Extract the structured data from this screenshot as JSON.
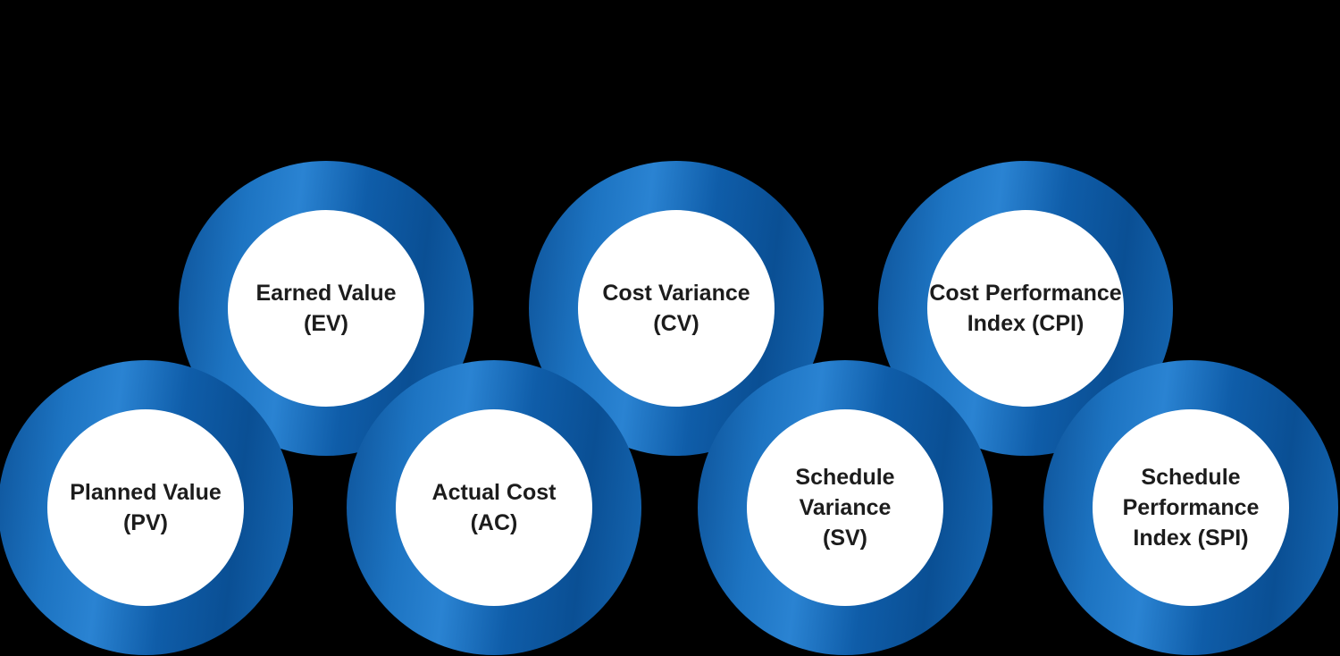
{
  "diagram": {
    "background_color": "#000000",
    "ring_color_dark": "#0a4f94",
    "ring_color_light": "#2a83d2",
    "inner_circle_color": "#ffffff",
    "text_color": "#1c1c1c",
    "nodes": [
      {
        "id": "ev",
        "row": "top",
        "label": "Earned Value (EV)",
        "lines": [
          "Earned Value",
          "(EV)"
        ]
      },
      {
        "id": "cv",
        "row": "top",
        "label": "Cost Variance (CV)",
        "lines": [
          "Cost Variance",
          "(CV)"
        ]
      },
      {
        "id": "cpi",
        "row": "top",
        "label": "Cost Performance Index (CPI)",
        "lines": [
          "Cost Performance",
          "Index (CPI)"
        ]
      },
      {
        "id": "pv",
        "row": "bottom",
        "label": "Planned Value (PV)",
        "lines": [
          "Planned Value",
          "(PV)"
        ]
      },
      {
        "id": "ac",
        "row": "bottom",
        "label": "Actual Cost (AC)",
        "lines": [
          "Actual Cost",
          "(AC)"
        ]
      },
      {
        "id": "sv",
        "row": "bottom",
        "label": "Schedule Variance (SV)",
        "lines": [
          "Schedule",
          "Variance",
          "(SV)"
        ]
      },
      {
        "id": "spi",
        "row": "bottom",
        "label": "Schedule Performance Index (SPI)",
        "lines": [
          "Schedule",
          "Performance",
          "Index (SPI)"
        ]
      }
    ]
  }
}
